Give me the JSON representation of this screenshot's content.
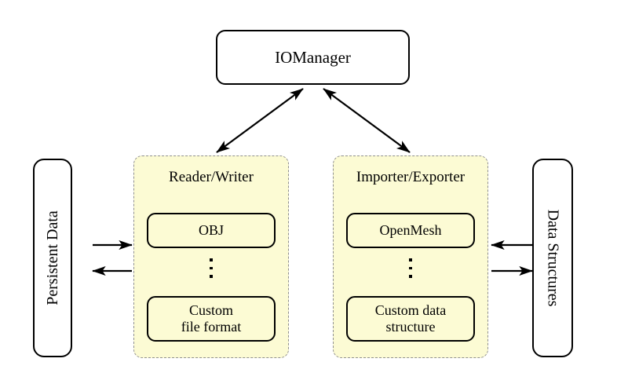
{
  "diagram": {
    "title_box": {
      "label": "IOManager"
    },
    "left_side_box": {
      "label": "Persistent Data",
      "orientation": "rotated-ccw"
    },
    "right_side_box": {
      "label": "Data Structures",
      "orientation": "rotated-cw"
    },
    "panels": [
      {
        "id": "reader-writer",
        "title": "Reader/Writer",
        "top_item": "OBJ",
        "ellipsis": "⋮",
        "bottom_item_line1": "Custom",
        "bottom_item_line2": "file format"
      },
      {
        "id": "importer-exporter",
        "title": "Importer/Exporter",
        "top_item": "OpenMesh",
        "ellipsis": "⋮",
        "bottom_item_line1": "Custom data",
        "bottom_item_line2": "structure"
      }
    ],
    "connections": [
      {
        "name": "iomanager-to-reader-writer",
        "style": "double-headed"
      },
      {
        "name": "iomanager-to-importer-exporter",
        "style": "double-headed"
      },
      {
        "name": "persistent-data-to-reader-writer",
        "style": "single-headed-right"
      },
      {
        "name": "reader-writer-to-persistent-data",
        "style": "single-headed-left"
      },
      {
        "name": "data-structures-to-importer-exporter",
        "style": "single-headed-left"
      },
      {
        "name": "importer-exporter-to-data-structures",
        "style": "single-headed-right"
      }
    ],
    "colors": {
      "panel_fill": "#fcfbd4",
      "panel_border": "#8f8f8f",
      "box_border": "#000000",
      "background": "#ffffff"
    }
  }
}
